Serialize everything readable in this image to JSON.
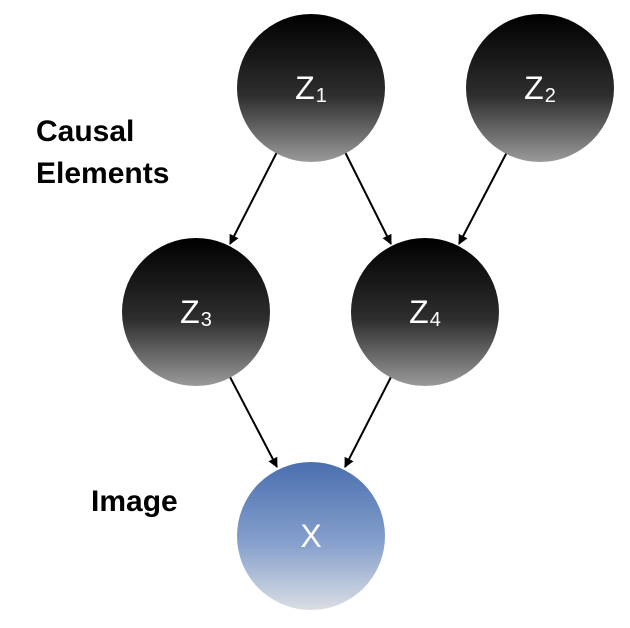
{
  "labels": {
    "causal_line1": "Causal",
    "causal_line2": "Elements",
    "image": "Image"
  },
  "nodes": [
    {
      "id": "z1",
      "symbol": "Z",
      "subscript": "1",
      "style": "dark"
    },
    {
      "id": "z2",
      "symbol": "Z",
      "subscript": "2",
      "style": "dark"
    },
    {
      "id": "z3",
      "symbol": "Z",
      "subscript": "3",
      "style": "dark"
    },
    {
      "id": "z4",
      "symbol": "Z",
      "subscript": "4",
      "style": "dark"
    },
    {
      "id": "x",
      "symbol": "X",
      "subscript": "",
      "style": "blue"
    }
  ],
  "edges": [
    {
      "from": "z1",
      "to": "z3"
    },
    {
      "from": "z1",
      "to": "z4"
    },
    {
      "from": "z2",
      "to": "z4"
    },
    {
      "from": "z3",
      "to": "x"
    },
    {
      "from": "z4",
      "to": "x"
    }
  ],
  "colors": {
    "latent_node_top": "#000000",
    "latent_node_bottom": "#9a9a9a",
    "observed_node_top": "#4a6fb0",
    "observed_node_bottom": "#dadde3",
    "arrow": "#000000",
    "node_text": "#ffffff"
  }
}
